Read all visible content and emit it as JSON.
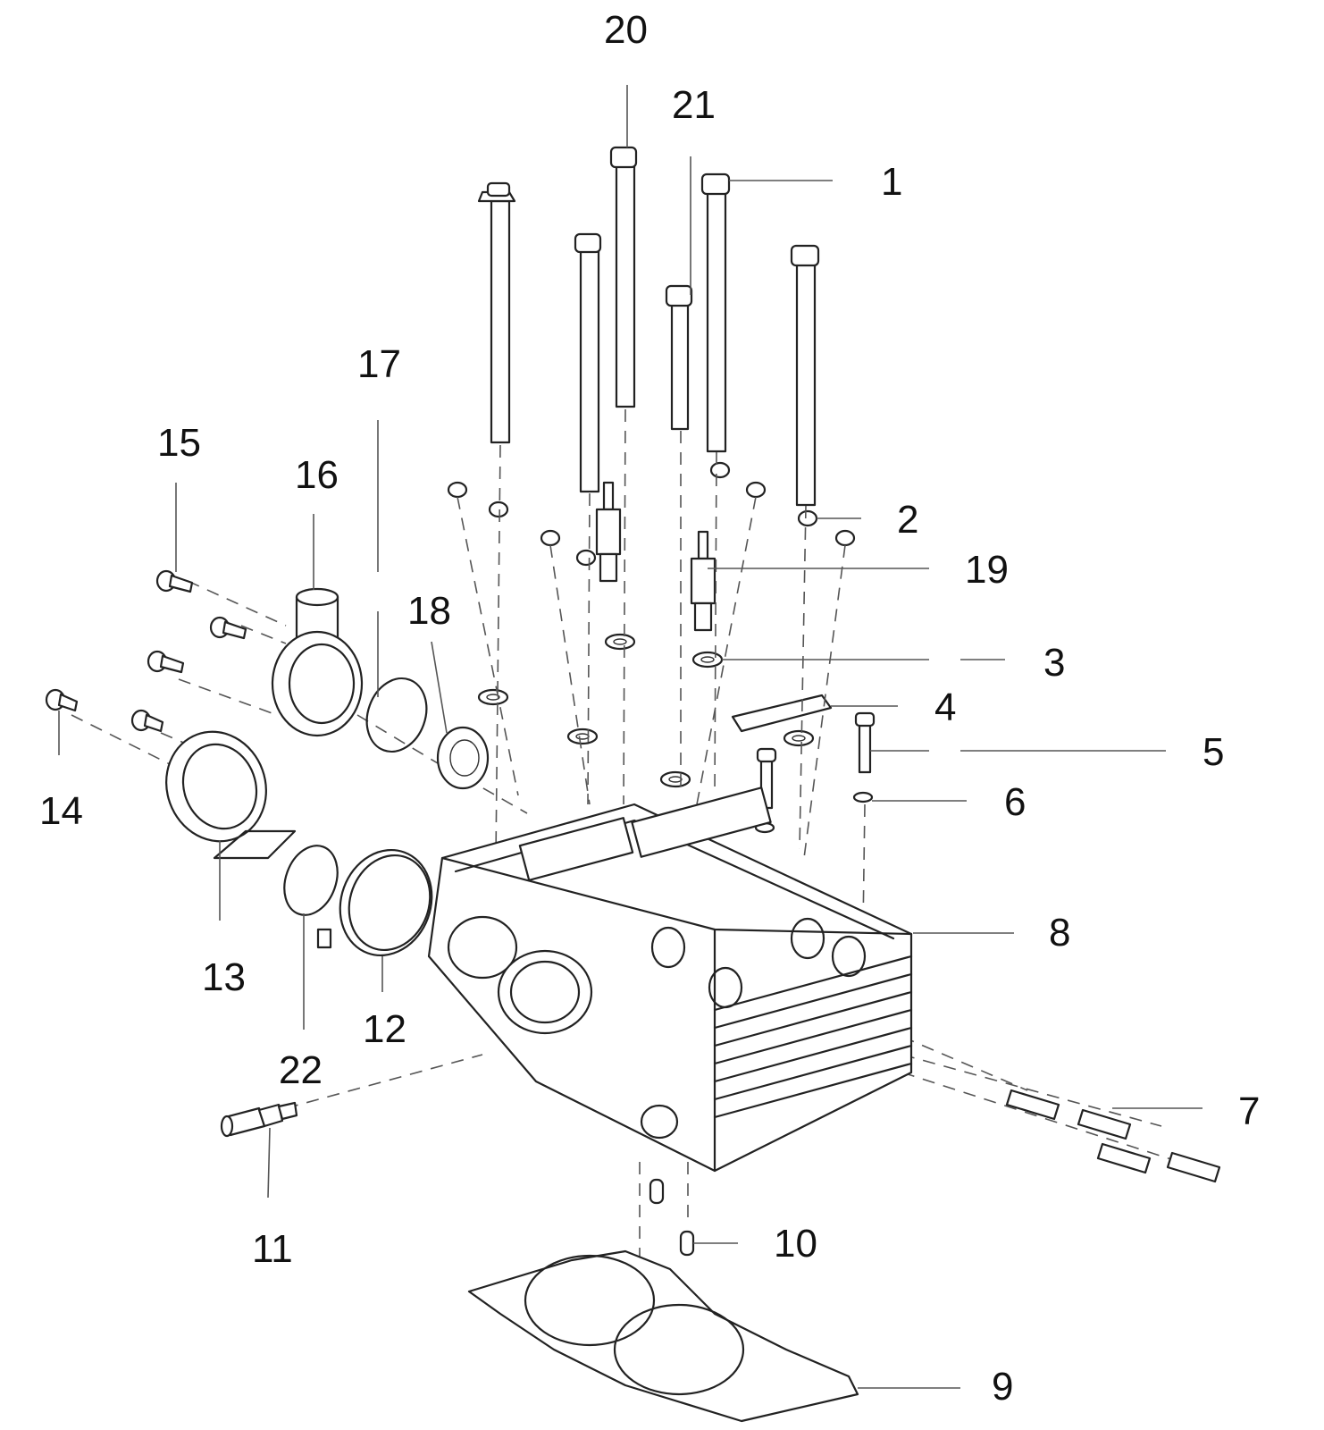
{
  "diagram": {
    "type": "exploded-parts-view",
    "subject_icon": "engine-cylinder-head-icon",
    "line_color": "#222222",
    "callouts": [
      {
        "id": "1",
        "label": "1"
      },
      {
        "id": "2",
        "label": "2"
      },
      {
        "id": "3",
        "label": "3"
      },
      {
        "id": "4",
        "label": "4"
      },
      {
        "id": "5",
        "label": "5"
      },
      {
        "id": "6",
        "label": "6"
      },
      {
        "id": "7",
        "label": "7"
      },
      {
        "id": "8",
        "label": "8"
      },
      {
        "id": "9",
        "label": "9"
      },
      {
        "id": "10",
        "label": "10"
      },
      {
        "id": "11",
        "label": "11"
      },
      {
        "id": "12",
        "label": "12"
      },
      {
        "id": "13",
        "label": "13"
      },
      {
        "id": "14",
        "label": "14"
      },
      {
        "id": "15",
        "label": "15"
      },
      {
        "id": "16",
        "label": "16"
      },
      {
        "id": "17",
        "label": "17"
      },
      {
        "id": "18",
        "label": "18"
      },
      {
        "id": "19",
        "label": "19"
      },
      {
        "id": "20",
        "label": "20"
      },
      {
        "id": "21",
        "label": "21"
      },
      {
        "id": "22",
        "label": "22"
      }
    ]
  }
}
